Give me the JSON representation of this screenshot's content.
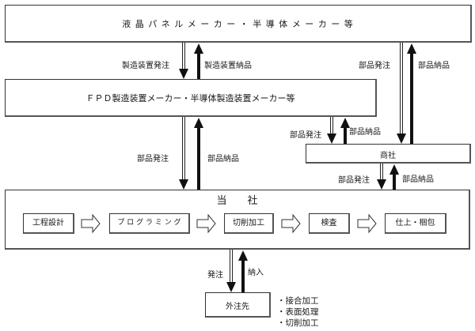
{
  "nodes": {
    "lcd_makers": "液 晶 パ ネ ル メ ー カ ー ・ 半 導 体 メ ー カ ー 等",
    "equipment_makers": "ＦＰＤ製造装置メーカー・半導体製造装置メーカー等",
    "trading_company": "商社",
    "our_company": "当　　社",
    "subcontractor": "外注先"
  },
  "flows": {
    "equipment_order": "製造装置発注",
    "equipment_delivery": "製造装置納品",
    "parts_order": "部品発注",
    "parts_delivery": "部品納品",
    "order": "発注",
    "delivery": "納入"
  },
  "process_steps": [
    {
      "label": "工程設計"
    },
    {
      "label": "プ ロ グ ラ ミ ン グ"
    },
    {
      "label": "切削加工"
    },
    {
      "label": "検査"
    },
    {
      "label": "仕上・梱包"
    }
  ],
  "subcontract_work": [
    "・接合加工",
    "・表面処理",
    "・切削加工"
  ]
}
